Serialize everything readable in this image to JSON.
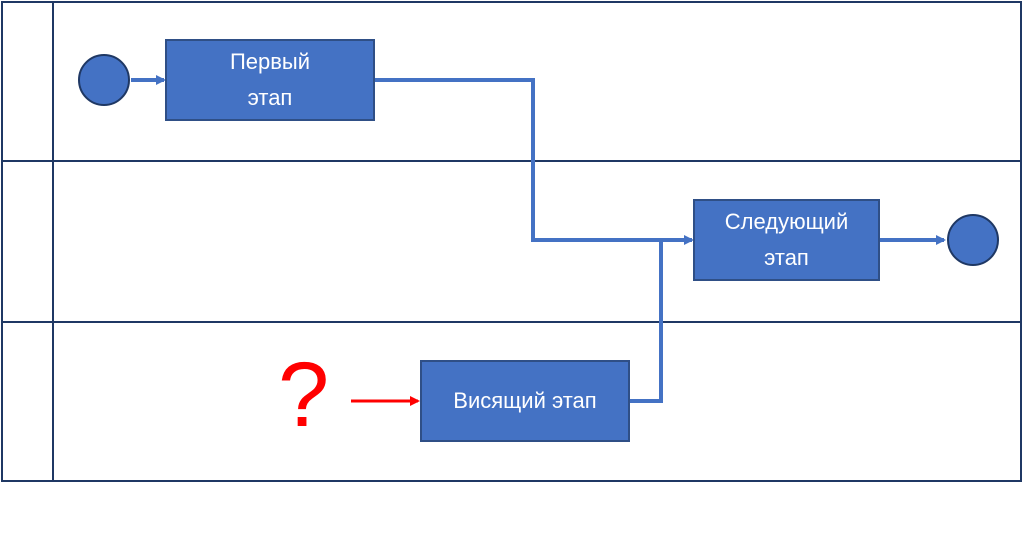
{
  "diagram": {
    "type": "swimlane-flowchart",
    "lanes": 3,
    "colors": {
      "box_fill": "#4472c4",
      "box_border": "#2f4f86",
      "lane_border": "#1f3864",
      "connector": "#4472c4",
      "warning": "#ff0000",
      "box_text": "#ffffff"
    },
    "nodes": {
      "start": {
        "type": "start-event"
      },
      "first_step": {
        "line1": "Первый",
        "line2": "этап"
      },
      "next_step": {
        "line1": "Следующий",
        "line2": "этап"
      },
      "hanging_step": {
        "label": "Висящий этап"
      },
      "end": {
        "type": "end-event"
      }
    },
    "question_mark": "?",
    "edges": [
      {
        "from": "start",
        "to": "first_step"
      },
      {
        "from": "first_step",
        "to": "next_step"
      },
      {
        "from": "hanging_step",
        "to": "next_step"
      },
      {
        "from": "next_step",
        "to": "end"
      },
      {
        "from": "unknown",
        "to": "hanging_step",
        "color": "#ff0000"
      }
    ]
  }
}
